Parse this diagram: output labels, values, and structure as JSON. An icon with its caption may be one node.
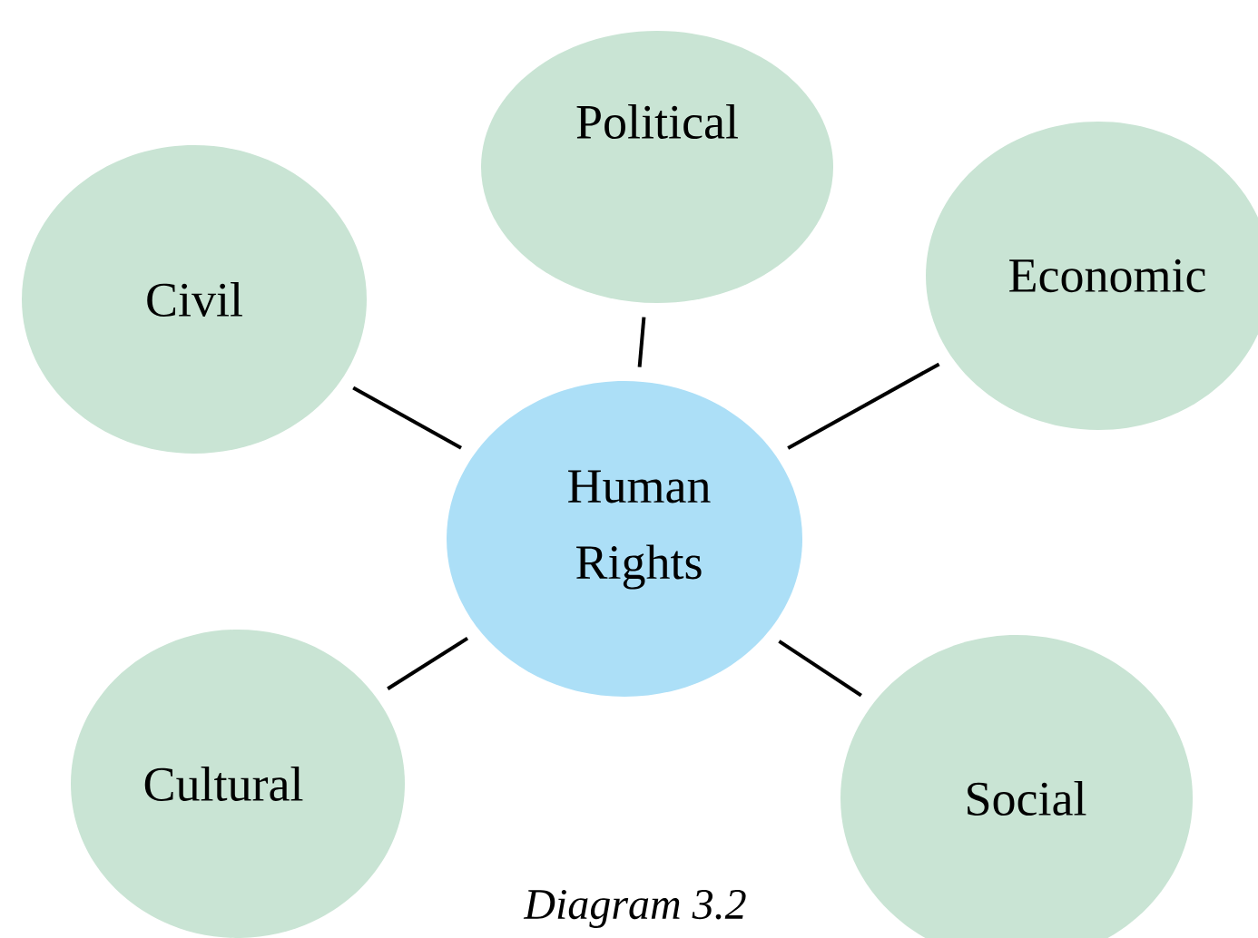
{
  "diagram": {
    "caption": "Diagram 3.2",
    "nodes": [
      {
        "text": [
          "Political"
        ]
      },
      {
        "text": [
          "Civil"
        ]
      },
      {
        "text": [
          "Economic"
        ]
      },
      {
        "text": [
          "Human Rights"
        ]
      },
      {
        "text": [
          "Cultural"
        ]
      },
      {
        "text": [
          "Social"
        ]
      }
    ],
    "edges": [
      {
        "from": 3,
        "to": 0,
        "arrow": "none"
      },
      {
        "from": 3,
        "to": 1,
        "arrow": "none"
      },
      {
        "from": 3,
        "to": 2,
        "arrow": "none"
      },
      {
        "from": 3,
        "to": 4,
        "arrow": "none"
      },
      {
        "from": 3,
        "to": 5,
        "arrow": "none"
      }
    ]
  }
}
